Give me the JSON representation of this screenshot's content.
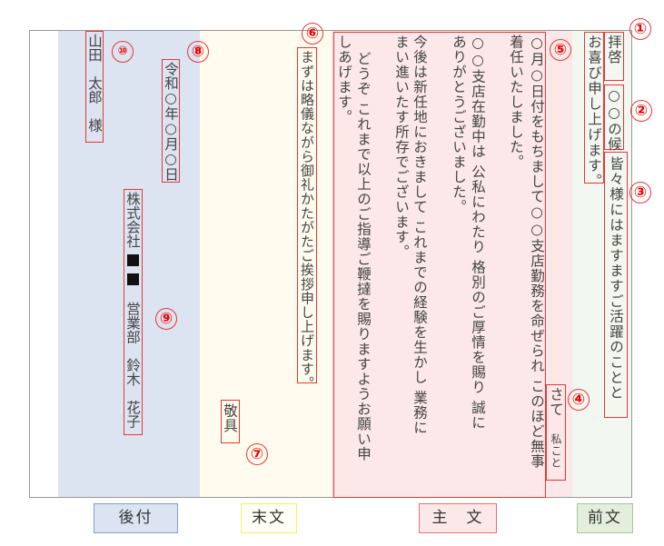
{
  "colors": {
    "atozuke": "#dce3f1",
    "matsubun": "#fffbee",
    "shubun": "#fce8e8",
    "zenbun": "#f3f7f1",
    "marker": "#e53935"
  },
  "sections": {
    "atozuke": "後付",
    "matsubun": "末文",
    "shubun": "主　文",
    "zenbun": "前文"
  },
  "zenbun": {
    "haikei": "拝啓",
    "season": "○○の候",
    "greeting": "皆々様にはますますご活躍のことと",
    "greeting2": "お喜び申し上げます。"
  },
  "shubun": {
    "sate": "さて",
    "watakushi": "私こと",
    "lines": [
      "○月○日付をもちまして○○支店勤務を命ぜられ このほど無事",
      "着任いたしました。",
      "○○支店在勤中は 公私にわたり 格別のご厚情を賜り 誠に",
      "ありがとうございました。",
      "今後は新任地におきまして これまでの経験を生かし 業務に",
      "まい進いたす所存でございます。",
      "　どうぞ これまで以上のご指導ご鞭撻を賜りますようお願い申",
      "しあげます。"
    ]
  },
  "matsubun": {
    "closing": "まずは略儀ながら御礼かたがたご挨拶申し上げます。",
    "keigu": "敬具"
  },
  "atozuke": {
    "date": "令和○年○月○日",
    "company": "株式会社",
    "dept": "営業部　鈴木　花子",
    "recipient": "山田　太郎　様"
  },
  "markers": [
    "①",
    "②",
    "③",
    "④",
    "⑤",
    "⑥",
    "⑦",
    "⑧",
    "⑨",
    "⑩"
  ]
}
